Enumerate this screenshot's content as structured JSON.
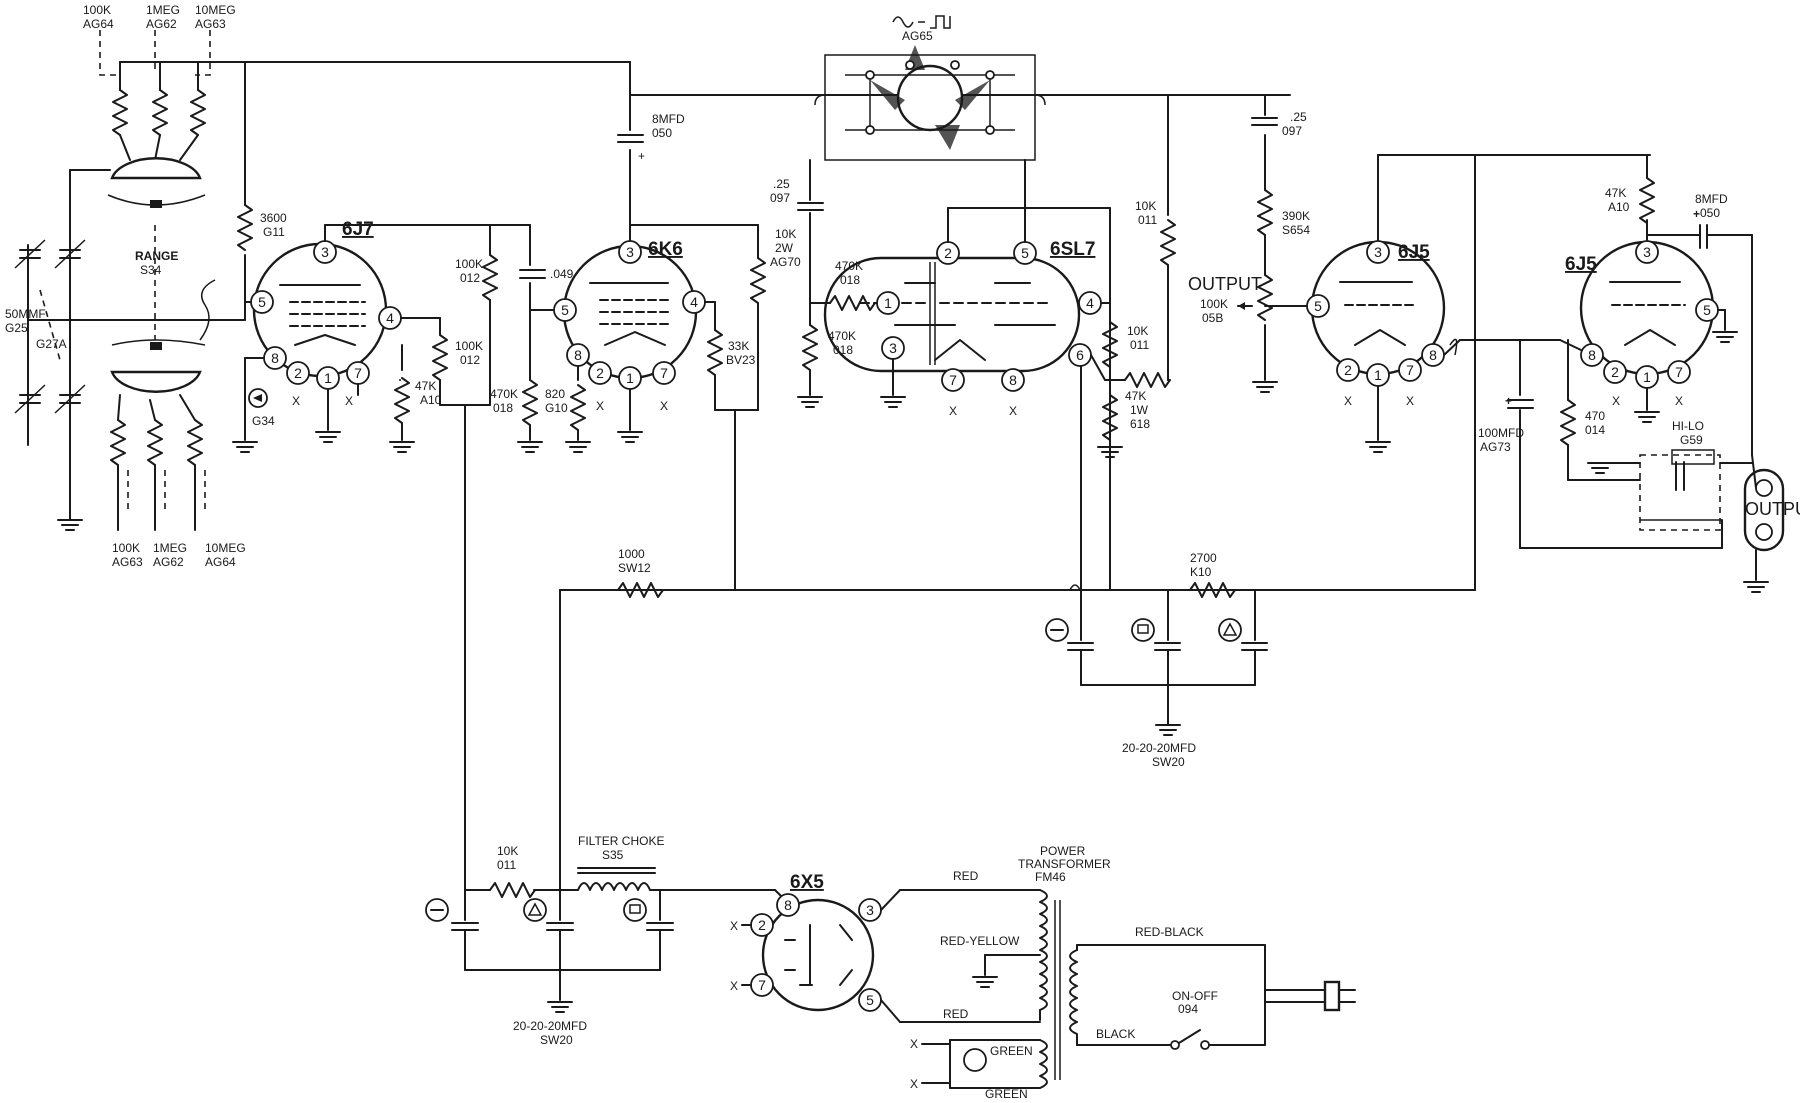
{
  "tubes": {
    "t6j7": "6J7",
    "t6k6": "6K6",
    "t6sl7": "6SL7",
    "t6j5a": "6J5",
    "t6j5b": "6J5",
    "t6x5": "6X5"
  },
  "pins": {
    "p1": "1",
    "p2": "2",
    "p3": "3",
    "p4": "4",
    "p5": "5",
    "p6": "6",
    "p7": "7",
    "p8": "8",
    "x": "X"
  },
  "labels": {
    "r100k_top": "100K",
    "ag64_top": "AG64",
    "r1meg_top": "1MEG",
    "ag62_top": "AG62",
    "r10meg_top": "10MEG",
    "ag63_top": "AG63",
    "r100k_bot": "100K",
    "ag63_bot": "AG63",
    "r1meg_bot": "1MEG",
    "ag62_bot": "AG62",
    "r10meg_bot": "10MEG",
    "ag64_bot": "AG64",
    "range": "RANGE",
    "s34": "S34",
    "mmf50": "50MMF",
    "g25": "G25",
    "g27a": "G27A",
    "r3600": "3600",
    "g11": "G11",
    "g34": "G34",
    "r100k_012a": "100K",
    "c012a": "012",
    "r100k_012b": "100K",
    "c012b": "012",
    "r47k_a": "47K",
    "a10_a": "A10",
    "r470k_a": "470K",
    "c018_a": "018",
    "c049": ".049",
    "r820": "820",
    "g10": "G10",
    "cap8_a": "8MFD",
    "c050_a": "050",
    "r10k_a": "10K",
    "w2": "2W",
    "ag70": "AG70",
    "r33k": "33K",
    "bv23": "BV23",
    "ag65": "AG65",
    "c25_a": ".25",
    "c097_a": "097",
    "r470k_b": "470K",
    "c018_b": "018",
    "r470k_c": "470K",
    "c018_c": "018",
    "r10k_b": "10K",
    "c011_b": "011",
    "r10k_c": "10K",
    "c011_c": "011",
    "r47k_1w": "47K",
    "w1": "1W",
    "g18": "618",
    "output1": "OUTPUT",
    "r100k_05b": "100K",
    "c05b": "05B",
    "c25_b": ".25",
    "c097_b": "097",
    "r390k": "390K",
    "s654": "S654",
    "r47k_b": "47K",
    "a10_b": "A10",
    "cap8_b": "8MFD",
    "c050_b": "050",
    "cap100": "100MFD",
    "ag73": "AG73",
    "r470": "470",
    "c014": "014",
    "hilo": "HI-LO",
    "g59": "G59",
    "output2": "OUTPUT",
    "r1000": "1000",
    "sw12": "SW12",
    "r2700": "2700",
    "k10": "K10",
    "cap20_a": "20-20-20MFD",
    "sw20_a": "SW20",
    "r10k_d": "10K",
    "c011_d": "011",
    "choke": "FILTER CHOKE",
    "s35": "S35",
    "cap20_b": "20-20-20MFD",
    "sw20_b": "SW20",
    "power": "POWER",
    "transformer": "TRANSFORMER",
    "fm46": "FM46",
    "red_top": "RED",
    "red_yellow": "RED-YELLOW",
    "red_bot": "RED",
    "green_a": "GREEN",
    "green_b": "GREEN",
    "red_black": "RED-BLACK",
    "black": "BLACK",
    "onoff": "ON-OFF",
    "c094": "094"
  }
}
